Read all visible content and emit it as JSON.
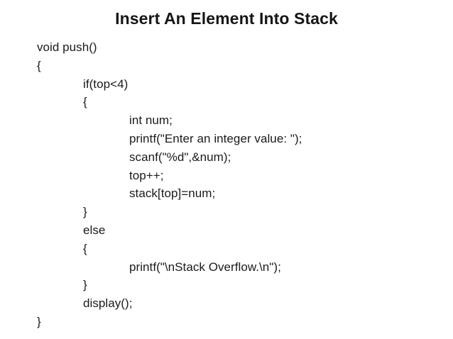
{
  "slide": {
    "title": "Insert An Element Into Stack",
    "background_color": "#ffffff",
    "text_color": "#1a1a1a",
    "title_color": "#161616"
  },
  "code": {
    "language": "c",
    "lines": [
      {
        "indent": 0,
        "text": "void push()"
      },
      {
        "indent": 0,
        "text": "{"
      },
      {
        "indent": 1,
        "text": "if(top<4)"
      },
      {
        "indent": 1,
        "text": "{"
      },
      {
        "indent": 2,
        "text": "int num;"
      },
      {
        "indent": 2,
        "text": "printf(\"Enter an integer value: \");"
      },
      {
        "indent": 2,
        "text": "scanf(\"%d\",&num);"
      },
      {
        "indent": 2,
        "text": "top++;"
      },
      {
        "indent": 2,
        "text": "stack[top]=num;"
      },
      {
        "indent": 1,
        "text": "}"
      },
      {
        "indent": 1,
        "text": "else"
      },
      {
        "indent": 1,
        "text": "{"
      },
      {
        "indent": 2,
        "text": "printf(\"\\nStack Overflow.\\n\");"
      },
      {
        "indent": 1,
        "text": "}"
      },
      {
        "indent": 1,
        "text": "display();"
      },
      {
        "indent": 0,
        "text": "}"
      }
    ]
  }
}
